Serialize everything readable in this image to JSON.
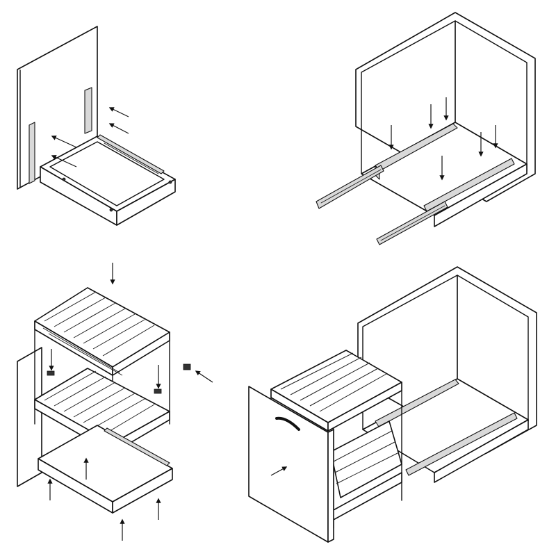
{
  "figure": {
    "steps": [
      {
        "id": "step-1",
        "label": ""
      },
      {
        "id": "step-2",
        "label": ""
      },
      {
        "id": "step-3",
        "label": ""
      },
      {
        "id": "step-4",
        "label": ""
      }
    ]
  },
  "colors": {
    "line": "#111111",
    "rail_fill": "#d9d9d9",
    "background": "#ffffff"
  }
}
